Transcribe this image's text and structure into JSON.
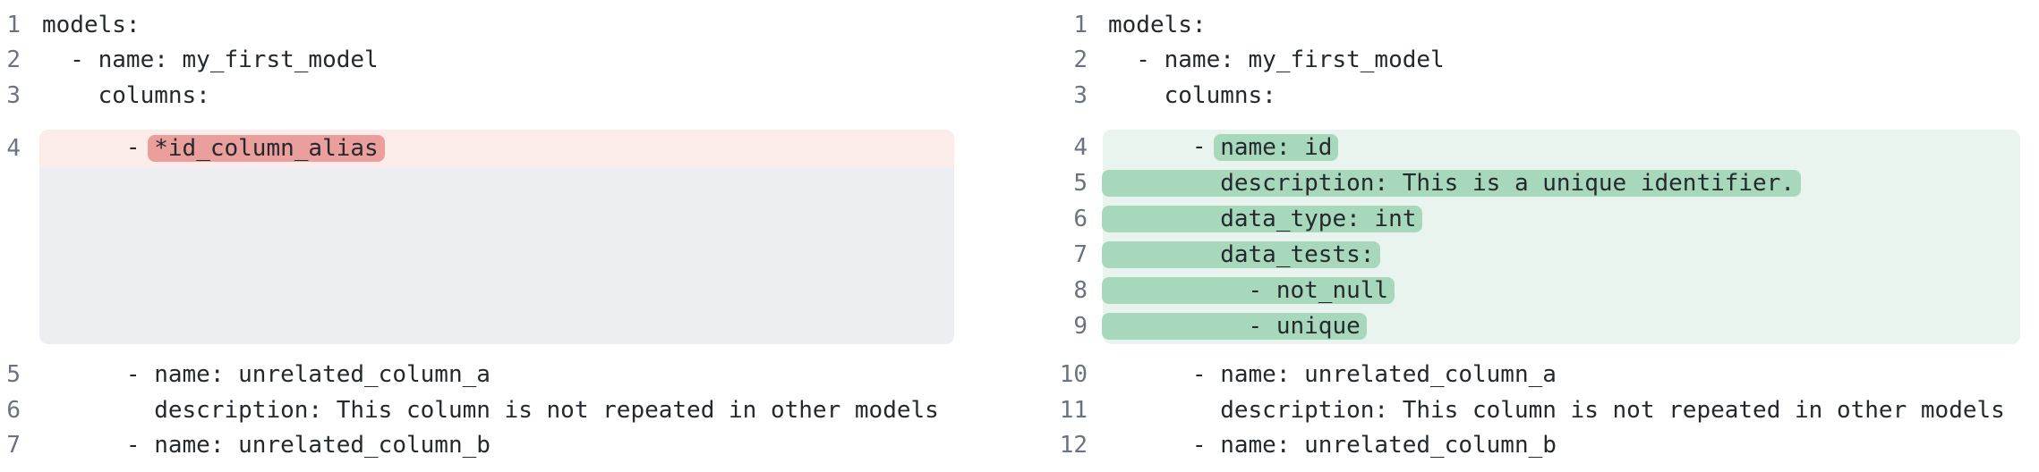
{
  "app": {
    "name": "yaml-diff-side-by-side",
    "language": "yaml"
  },
  "colors": {
    "background": "#ffffff",
    "code_text": "#24292e",
    "line_number": "#6b7280",
    "removed_line_bg": "#fbebe9",
    "removed_token_bg": "#eb9f9c",
    "added_line_bg": "#e9f4ee",
    "added_token_bg": "#a8d8bb",
    "collapsed_region_bg": "#edeef1"
  },
  "panels": [
    {
      "id": "before",
      "side": "left",
      "sections": [
        {
          "type": "code",
          "lines": [
            {
              "num": "1",
              "text": "models:"
            },
            {
              "num": "2",
              "text": "  - name: my_first_model"
            },
            {
              "num": "3",
              "text": "    columns:"
            }
          ]
        },
        {
          "type": "diff_block",
          "variant": "removed",
          "rows": [
            {
              "num": "4",
              "prefix": "      - ",
              "token": "*id_column_alias"
            }
          ],
          "collapsed_placeholder_height": 198
        },
        {
          "type": "code",
          "lines": [
            {
              "num": "5",
              "text": "      - name: unrelated_column_a"
            },
            {
              "num": "6",
              "text": "        description: This column is not repeated in other models"
            },
            {
              "num": "7",
              "text": "      - name: unrelated_column_b"
            }
          ]
        }
      ]
    },
    {
      "id": "after",
      "side": "right",
      "sections": [
        {
          "type": "code",
          "lines": [
            {
              "num": "1",
              "text": "models:"
            },
            {
              "num": "2",
              "text": "  - name: my_first_model"
            },
            {
              "num": "3",
              "text": "    columns:"
            }
          ]
        },
        {
          "type": "diff_block",
          "variant": "added",
          "rows": [
            {
              "num": "4",
              "prefix": "      - ",
              "token": "name: id"
            },
            {
              "num": "5",
              "prefix": "",
              "token": "        description: This is a unique identifier."
            },
            {
              "num": "6",
              "prefix": "",
              "token": "        data_type: int"
            },
            {
              "num": "7",
              "prefix": "",
              "token": "        data_tests:"
            },
            {
              "num": "8",
              "prefix": "",
              "token": "          - not_null"
            },
            {
              "num": "9",
              "prefix": "",
              "token": "          - unique"
            }
          ]
        },
        {
          "type": "code",
          "lines": [
            {
              "num": "10",
              "text": "      - name: unrelated_column_a"
            },
            {
              "num": "11",
              "text": "        description: This column is not repeated in other models"
            },
            {
              "num": "12",
              "text": "      - name: unrelated_column_b"
            }
          ]
        }
      ]
    }
  ],
  "layout_gaps": {
    "before_block": 18,
    "after_block": 15
  }
}
